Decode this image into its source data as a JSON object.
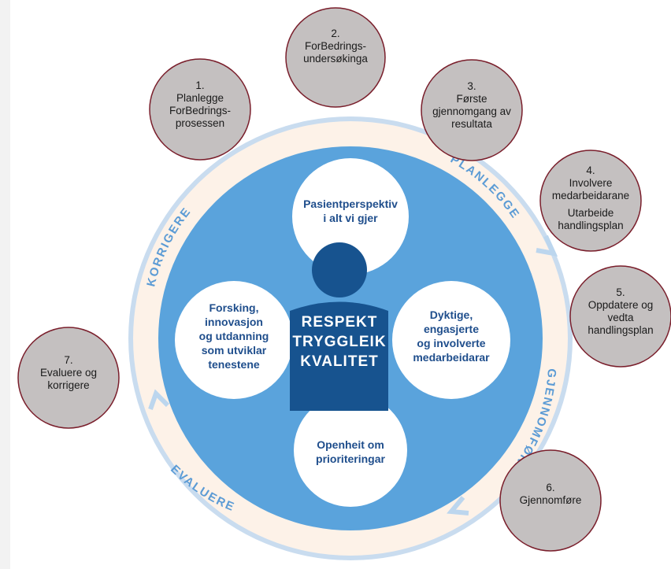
{
  "steps": [
    {
      "number": "1.",
      "lines": [
        "Planlegge",
        "ForBedrings-",
        "prosessen"
      ]
    },
    {
      "number": "2.",
      "lines": [
        "ForBedrings-",
        "undersøkinga"
      ]
    },
    {
      "number": "3.",
      "lines": [
        "Første",
        "gjennomgang av",
        "resultata"
      ]
    },
    {
      "number": "4.",
      "lines": [
        "Involvere",
        "medarbeidarane",
        "Utarbeide",
        "handlingsplan"
      ]
    },
    {
      "number": "5.",
      "lines": [
        "Oppdatere og",
        "vedta",
        "handlingsplan"
      ]
    },
    {
      "number": "6.",
      "lines": [
        "Gjennomføre"
      ]
    },
    {
      "number": "7.",
      "lines": [
        "Evaluere og",
        "korrigere"
      ]
    }
  ],
  "phases": {
    "planlegge": "PLANLEGGE",
    "gjennomfore": "GJENNOMFØRE",
    "evaluere": "EVALUERE",
    "korrigere": "KORRIGERE"
  },
  "inner": {
    "top": [
      "Pasientperspektiv",
      "i alt vi gjer"
    ],
    "left": [
      "Forsking,",
      "innovasjon",
      "og utdanning",
      "som utviklar",
      "tenestene"
    ],
    "right": [
      "Dyktige,",
      "engasjerte",
      "og involverte",
      "medarbeidarar"
    ],
    "bottom": [
      "Openheit om",
      "prioriteringar"
    ]
  },
  "center": [
    "RESPEKT",
    "TRYGGLEIK",
    "KVALITET"
  ],
  "colors": {
    "ring_light": "#bcd6ee",
    "ring_peach": "#fcebdc",
    "disc": "#5aa3dc",
    "figure": "#17538f",
    "step_fill": "#c4c0c0",
    "step_stroke": "#7a1f2c",
    "arc_text": "#5b9bd5"
  }
}
